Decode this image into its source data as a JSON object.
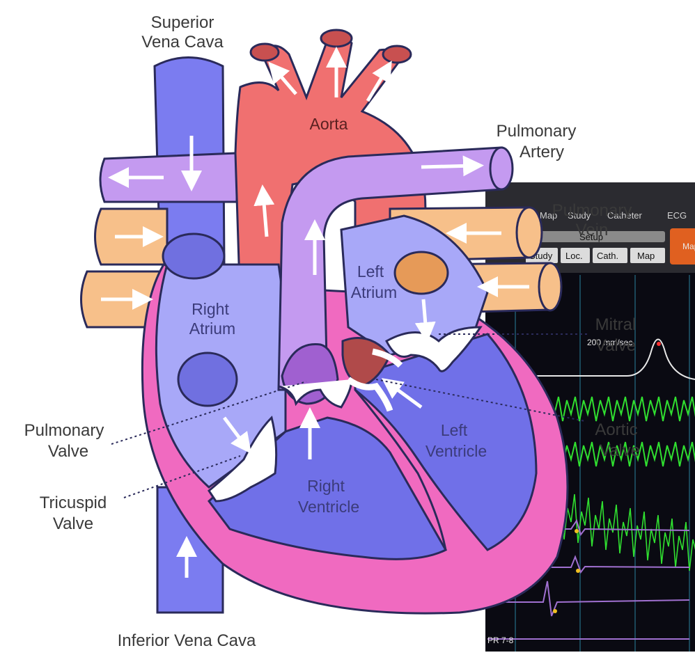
{
  "labels": {
    "superior_vena_cava_1": "Superior",
    "superior_vena_cava_2": "Vena Cava",
    "aorta": "Aorta",
    "pulmonary_artery_1": "Pulmonary",
    "pulmonary_artery_2": "Artery",
    "pulmonary_vein_1": "Pulmonary",
    "pulmonary_vein_2": "Vein",
    "right_atrium_1": "Right",
    "right_atrium_2": "Atrium",
    "left_atrium_1": "Left",
    "left_atrium_2": "Atrium",
    "mitral_valve_1": "Mitral",
    "mitral_valve_2": "Valve",
    "pulmonary_valve_1": "Pulmonary",
    "pulmonary_valve_2": "Valve",
    "tricuspid_valve_1": "Tricuspid",
    "tricuspid_valve_2": "Valve",
    "aortic_valve_1": "Aortic",
    "aortic_valve_2": "Valve",
    "left_ventricle_1": "Left",
    "left_ventricle_2": "Ventricle",
    "right_ventricle_1": "Right",
    "right_ventricle_2": "Ventricle",
    "inferior_vena_cava": "Inferior Vena Cava"
  },
  "monitor": {
    "menu": [
      "Map",
      "Study",
      "Catheter",
      "ECG"
    ],
    "setup_label": "Setup",
    "buttons": [
      "Study",
      "Loc.",
      "Cath.",
      "Map"
    ],
    "map_button": "Map",
    "sweep_label": "200 mm/sec",
    "footer_label": "PR 7-8"
  },
  "colors": {
    "vena_cava": "#7b7cf0",
    "aorta": "#f07070",
    "pulmonary_artery": "#c49af0",
    "pulmonary_vein": "#f7c08a",
    "heart_wall": "#f06ac0",
    "right_atrium": "#a8a8f8",
    "left_atrium": "#a8a8f8",
    "ventricles": "#7070e8",
    "monitor_bg": "#0a0a12",
    "ecg_green": "#30e030",
    "ecg_purple": "#a070d0"
  }
}
